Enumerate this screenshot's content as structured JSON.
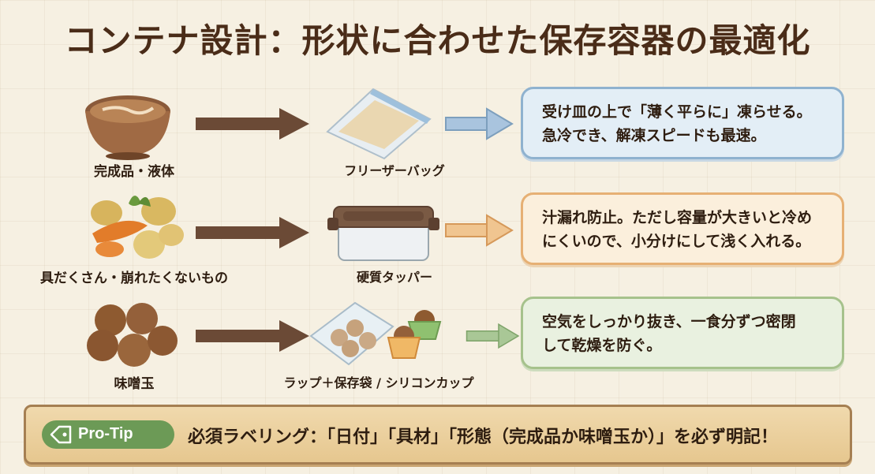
{
  "title": "コンテナ設計：形状に合わせた保存容器の最適化",
  "rows": [
    {
      "source_label": "完成品・液体",
      "source_icon": "soup-bowl-icon",
      "container_label": "フリーザーバッグ",
      "container_icon": "freezer-bag-icon",
      "tip_lines": [
        "受け皿の上で「薄く平らに」凍らせる。",
        "急冷でき、解凍スピードも最速。"
      ],
      "tip_color": "blue"
    },
    {
      "source_label": "具だくさん・崩れたくないもの",
      "source_icon": "vegetables-icon",
      "container_label": "硬質タッパー",
      "container_icon": "tupperware-icon",
      "tip_lines": [
        "汁漏れ防止。ただし容量が大きいと冷め",
        "にくいので、小分けにして浅く入れる。"
      ],
      "tip_color": "orange"
    },
    {
      "source_label": "味噌玉",
      "source_icon": "miso-balls-icon",
      "container_label": "ラップ＋保存袋 / シリコンカップ",
      "container_icon": "wrap-bag-and-silicone-cup-icon",
      "tip_lines": [
        "空気をしっかり抜き、一食分ずつ密閉",
        "して乾燥を防ぐ。"
      ],
      "tip_color": "green"
    }
  ],
  "protip": {
    "badge": "Pro-Tip",
    "badge_icon": "tag-icon",
    "text": "必須ラベリング：「日付」「具材」「形態（完成品か味噌玉か）」を必ず明記！"
  },
  "colors": {
    "title": "#4a2c18",
    "arrow_brown": "#6b4a36",
    "arrow_blue": "#a9c4de",
    "arrow_orange": "#f0c590",
    "arrow_green": "#a9c796",
    "badge_green": "#6c9a56"
  }
}
